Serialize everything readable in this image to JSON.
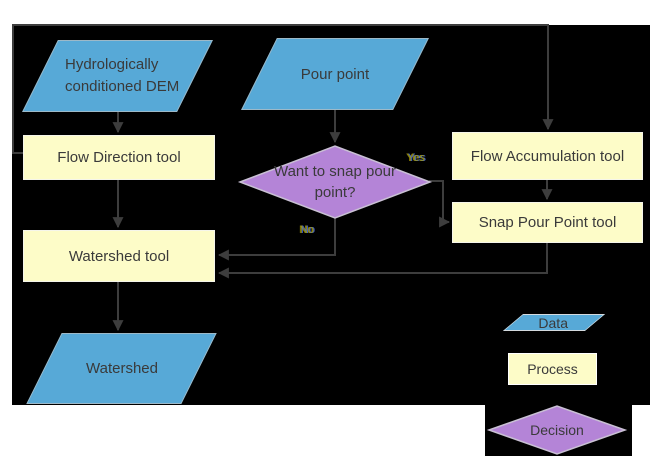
{
  "diagram": {
    "nodes": {
      "dem": "Hydrologically conditioned DEM",
      "pour_point": "Pour point",
      "flow_direction": "Flow Direction tool",
      "flow_accumulation": "Flow Accumulation tool",
      "snap_pour_point": "Snap Pour Point tool",
      "decision": "Want to snap pour point?",
      "watershed_tool": "Watershed tool",
      "watershed_output": "Watershed"
    },
    "edge_labels": {
      "yes": "Yes",
      "no": "No"
    },
    "legend": {
      "data": "Data",
      "process": "Process",
      "decision": "Decision"
    },
    "colors": {
      "canvas_background": "#000000",
      "page_background": "#ffffff",
      "data_fill": "#57a9d7",
      "process_fill": "#fdfcc8",
      "decision_fill": "#b484d7",
      "connector": "#3d3d3d",
      "text": "#3a3a3a"
    }
  }
}
